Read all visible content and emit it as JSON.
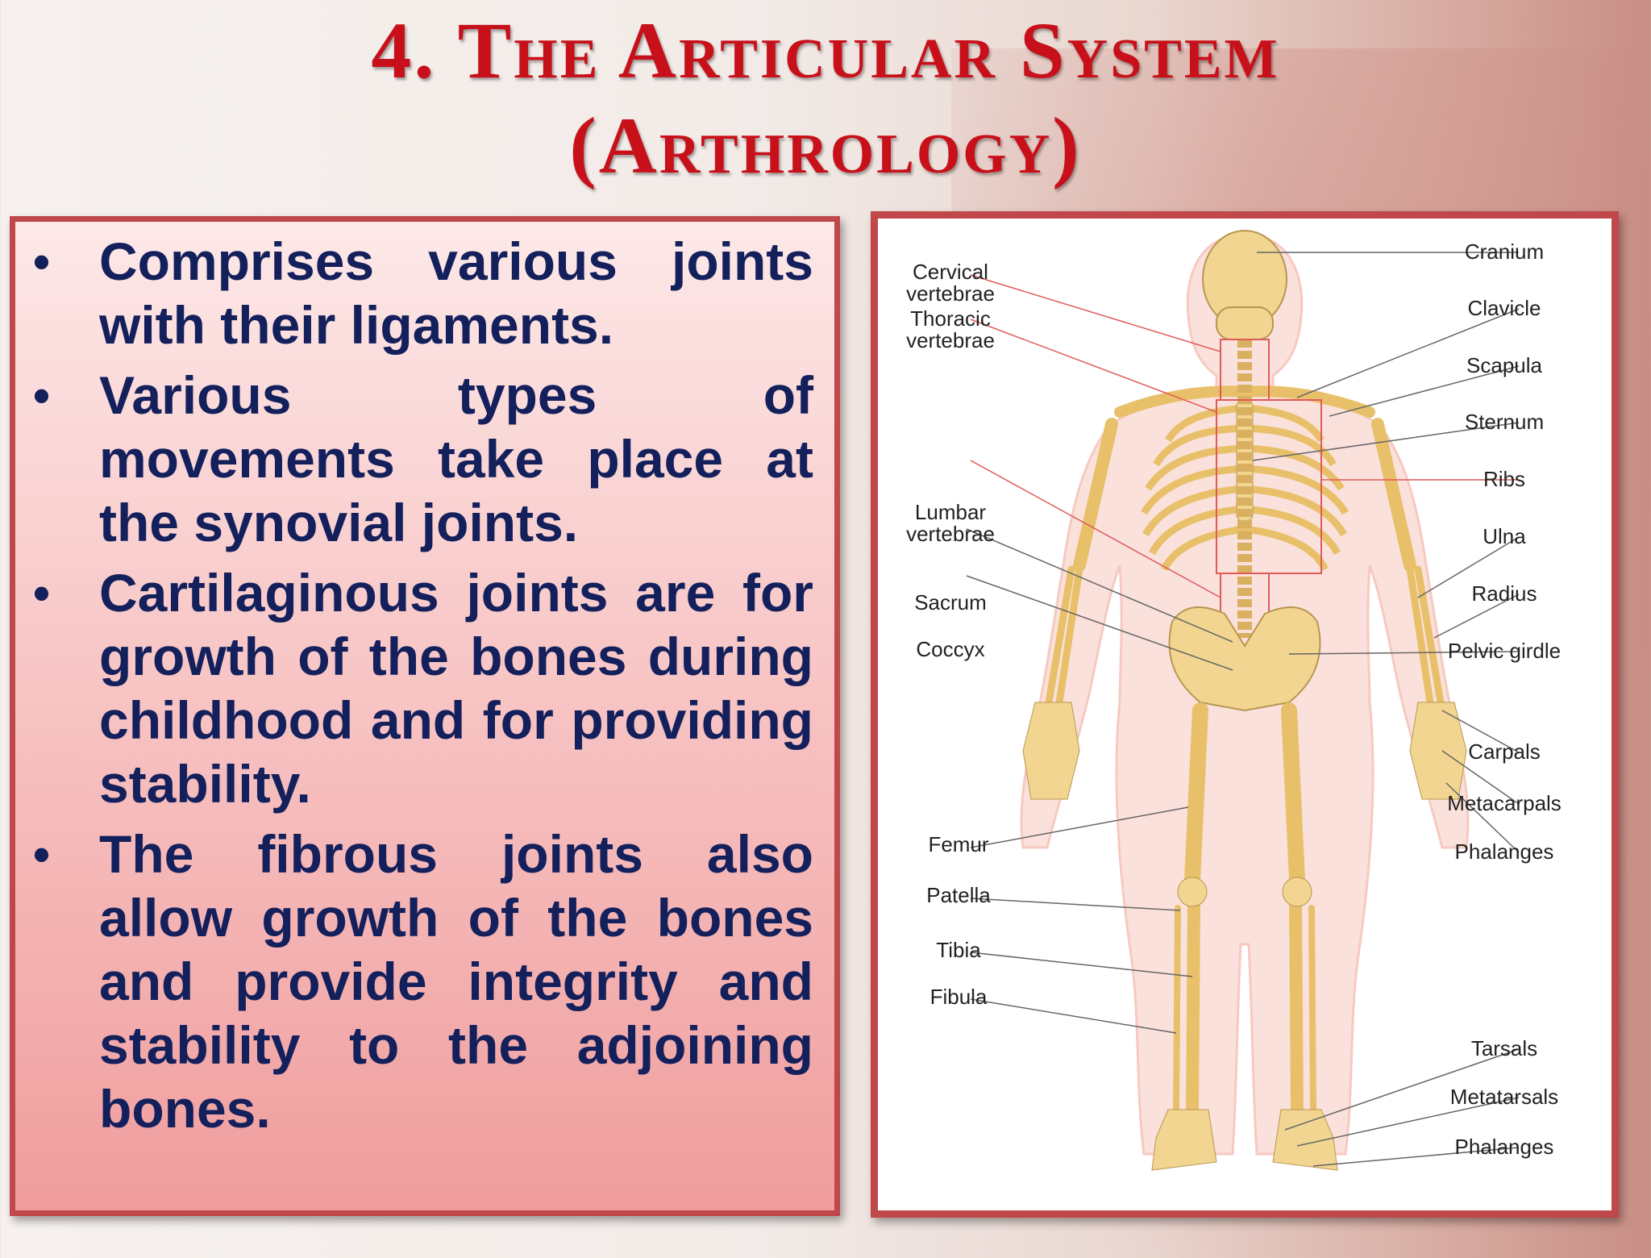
{
  "title": {
    "line1": "4. The Articular System",
    "line2": "(Arthrology)"
  },
  "bullets": [
    "Comprises various joints with their ligaments.",
    "Various types of movements take place at the synovial joints.",
    "Cartilaginous joints are for growth of the bones during childhood and for providing stability.",
    "The fibrous joints also allow growth of the bones and provide integrity and stability to the adjoining bones."
  ],
  "bullet_symbol": "•",
  "diagram": {
    "left_labels": {
      "cervical_1": "Cervical",
      "cervical_2": "vertebrae",
      "thoracic_1": "Thoracic",
      "thoracic_2": "vertebrae",
      "lumbar_1": "Lumbar",
      "lumbar_2": "vertebrae",
      "sacrum": "Sacrum",
      "coccyx": "Coccyx",
      "femur": "Femur",
      "patella": "Patella",
      "tibia": "Tibia",
      "fibula": "Fibula"
    },
    "right_labels": {
      "cranium": "Cranium",
      "clavicle": "Clavicle",
      "scapula": "Scapula",
      "sternum": "Sternum",
      "ribs": "Ribs",
      "ulna": "Ulna",
      "radius": "Radius",
      "pelvic_girdle": "Pelvic girdle",
      "carpals": "Carpals",
      "metacarpals": "Metacarpals",
      "phalanges_hand": "Phalanges",
      "tarsals": "Tarsals",
      "metatarsals": "Metatarsals",
      "phalanges_foot": "Phalanges"
    }
  },
  "colors": {
    "title": "#c8101a",
    "text": "#13205c",
    "panel_border": "#c0474a",
    "bone": "#f2d591",
    "body_outline": "#f7c9c0",
    "vertebra_box": "#e05a5a"
  }
}
